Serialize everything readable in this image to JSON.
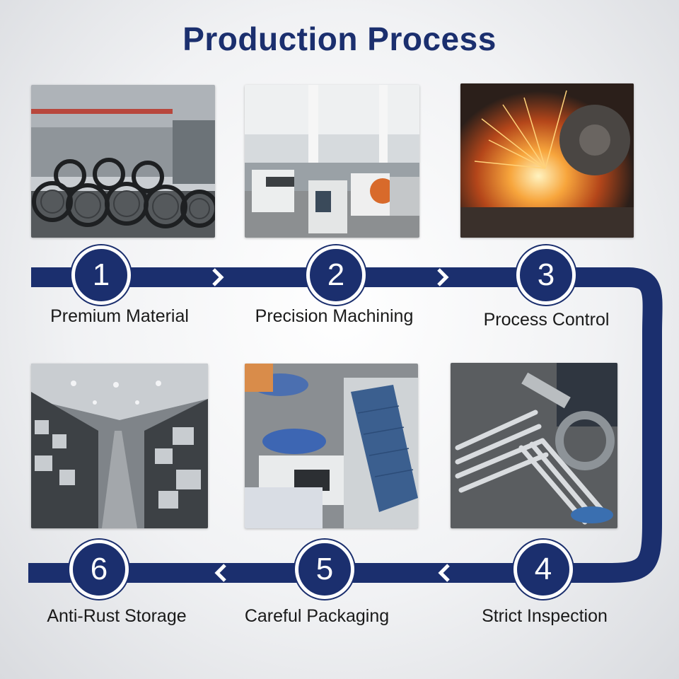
{
  "title": "Production Process",
  "colors": {
    "accent": "#1b2f6e",
    "background": "#eef0f2"
  },
  "steps": [
    {
      "number": "1",
      "label": "Premium Material",
      "image": "steel-wire-coils-warehouse"
    },
    {
      "number": "2",
      "label": "Precision Machining",
      "image": "cnc-machining-workshop"
    },
    {
      "number": "3",
      "label": "Process Control",
      "image": "cutting-sparks"
    },
    {
      "number": "4",
      "label": "Strict Inspection",
      "image": "micrometer-inspection"
    },
    {
      "number": "5",
      "label": "Careful Packaging",
      "image": "packaging-conveyor"
    },
    {
      "number": "6",
      "label": "Anti-Rust Storage",
      "image": "warehouse-shelving"
    }
  ]
}
